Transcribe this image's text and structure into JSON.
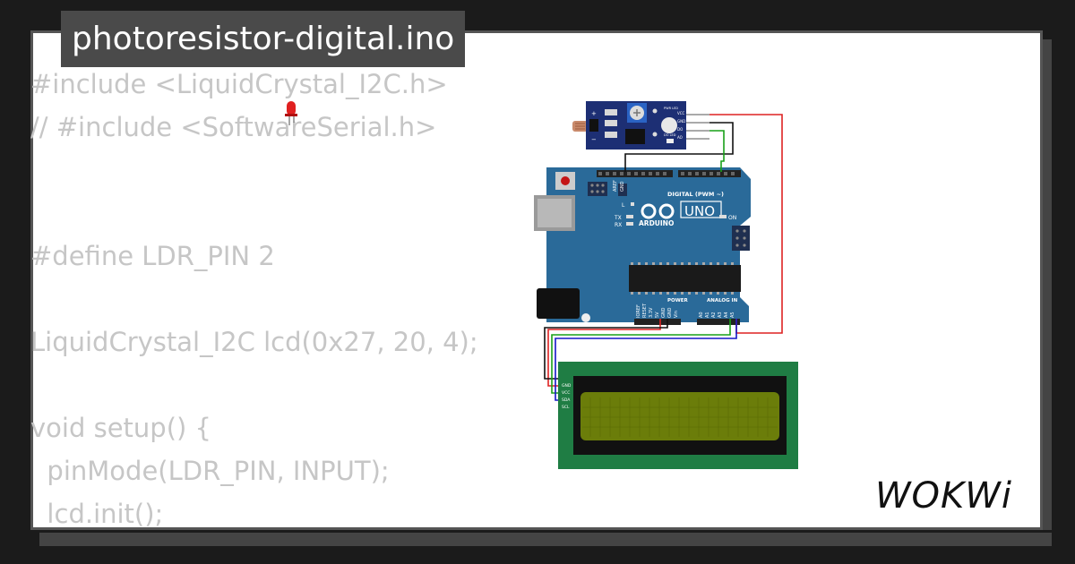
{
  "title": "photoresistor-digital.ino",
  "code_lines": [
    "#include <LiquidCrystal_I2C.h>",
    "// #include <SoftwareSerial.h>",
    "",
    "",
    "#define LDR_PIN 2",
    "",
    "LiquidCrystal_I2C lcd(0x27, 20, 4);",
    "",
    "void setup() {",
    "  pinMode(LDR_PIN, INPUT);",
    "  lcd.init();"
  ],
  "arduino": {
    "brand": "ARDUINO",
    "model": "UNO",
    "digital_label": "DIGITAL (PWM ~)",
    "power_label": "POWER",
    "analog_label": "ANALOG IN",
    "on_label": "ON",
    "l_label": "L",
    "tx_label": "TX",
    "rx_label": "RX",
    "aref_label": "AREF",
    "gnd_label": "GND",
    "power_pins": [
      "IOREF",
      "RESET",
      "3.3V",
      "5V",
      "GND",
      "GND",
      "Vin"
    ],
    "analog_pins": [
      "A0",
      "A1",
      "A2",
      "A3",
      "A4",
      "A5"
    ]
  },
  "ldr_module": {
    "pins": [
      "VCC",
      "GND",
      "DO",
      "AO"
    ],
    "pwr_led": "PWR LED",
    "do_led": "DO LED",
    "plus": "+",
    "minus": "−"
  },
  "lcd_pins": [
    "GND",
    "VCC",
    "SDA",
    "SCL"
  ],
  "logo": "WOKWi",
  "colors": {
    "board": "#2a6a99",
    "lcd_frame": "#1f7d44",
    "lcd_screen": "#6b7d0a",
    "wire_red": "#d22",
    "wire_green": "#19a019",
    "wire_blue": "#1616c8",
    "wire_black": "#111"
  }
}
